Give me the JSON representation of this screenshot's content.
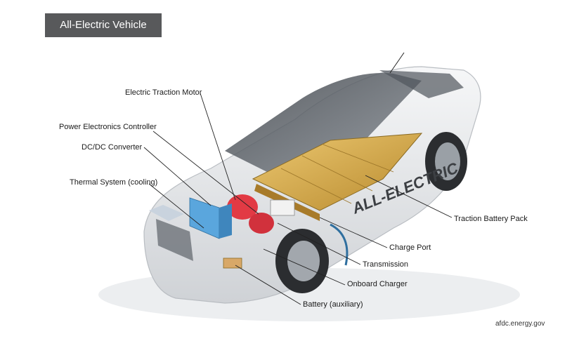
{
  "title": "All-Electric Vehicle",
  "source": "afdc.energy.gov",
  "car_badge_text": "ALL-ELECTRIC",
  "colors": {
    "title_bg": "#58595b",
    "car_body": "#e9eaec",
    "battery": "#d8b25a",
    "motor": "#e23a44",
    "cooling": "#5aa6dd",
    "leader": "#222222"
  },
  "callouts": [
    {
      "id": "electric-traction-motor",
      "label": "Electric Traction Motor"
    },
    {
      "id": "power-electronics-controller",
      "label": "Power Electronics Controller"
    },
    {
      "id": "dc-dc-converter",
      "label": "DC/DC Converter"
    },
    {
      "id": "thermal-system",
      "label": "Thermal System (cooling)"
    },
    {
      "id": "traction-battery-pack",
      "label": "Traction Battery Pack"
    },
    {
      "id": "charge-port",
      "label": "Charge Port"
    },
    {
      "id": "transmission",
      "label": "Transmission"
    },
    {
      "id": "onboard-charger",
      "label": "Onboard Charger"
    },
    {
      "id": "battery-auxiliary",
      "label": "Battery (auxiliary)"
    }
  ]
}
